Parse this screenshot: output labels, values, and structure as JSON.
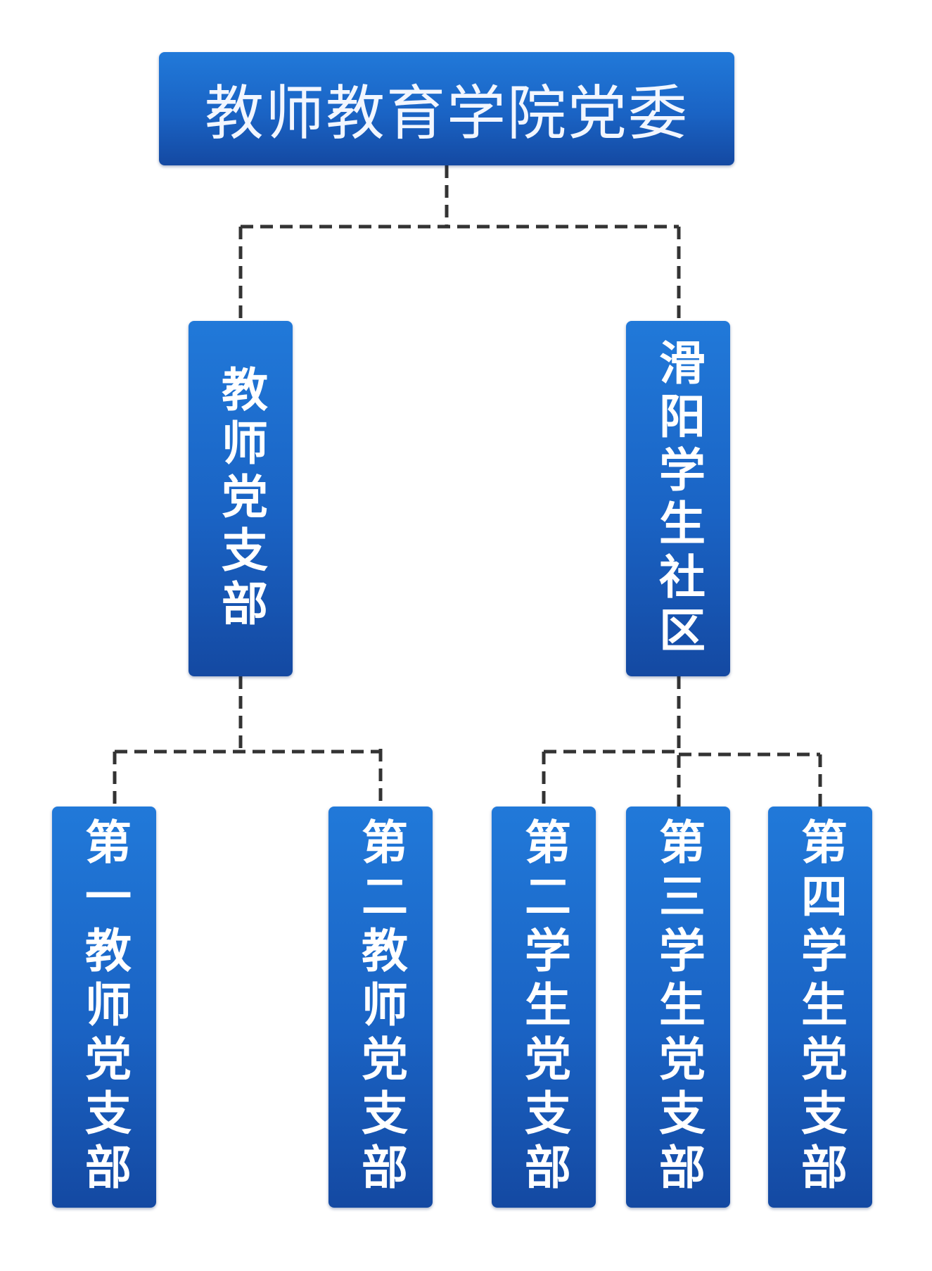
{
  "root": {
    "label": "教师教育学院党委"
  },
  "branches": [
    {
      "label": "教师党支部"
    },
    {
      "label": "滑阳学生社区"
    }
  ],
  "leaves": [
    {
      "label": "第一教师党支部"
    },
    {
      "label": "第二教师党支部"
    },
    {
      "label": "第二学生党支部"
    },
    {
      "label": "第三学生党支部"
    },
    {
      "label": "第四学生党支部"
    }
  ],
  "connector_color": "#333333",
  "node_color": "#1a63c4"
}
